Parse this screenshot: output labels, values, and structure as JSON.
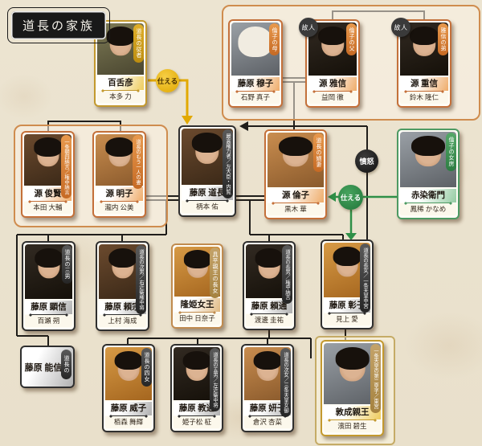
{
  "title": "道長の家族",
  "labels": {
    "serve": "仕える",
    "rage": "憤怒",
    "deceased": "故人"
  },
  "colors": {
    "orange_family": "#c4703a",
    "grey_family": "#2f2f2f",
    "gold_accent": "#c3992f",
    "green_accent": "#2e8f47",
    "serve_yellow": "#e0a600",
    "rage_black": "#1c1c1c",
    "paper": "#ece4d1"
  },
  "people": {
    "mozuhiko": {
      "name": "百舌彦",
      "actor": "本多 力",
      "role": "道長の従者"
    },
    "bokushi": {
      "name": "藤原 穆子",
      "actor": "石野 真子",
      "role": "倫子の母"
    },
    "masanobu": {
      "name": "源 雅信",
      "actor": "益岡 徹",
      "role": "倫子の父",
      "badge": "故人"
    },
    "shigenobu": {
      "name": "源 重信",
      "actor": "鈴木 隆仁",
      "role": "雅信の弟",
      "badge": "故人"
    },
    "toshikata": {
      "name": "源 俊賢",
      "actor": "本田 大輔",
      "role": "一条朝四納言／権中納言"
    },
    "akiko": {
      "name": "源 明子",
      "actor": "瀧内 公美",
      "role": "道長のもう一人の妻"
    },
    "michinaga": {
      "name": "藤原 道長",
      "actor": "柄本 佑",
      "role": "最高権力者／左大臣・内覧"
    },
    "rinshi": {
      "name": "源 倫子",
      "actor": "黒木 華",
      "role": "道長の嫡妻"
    },
    "akazome": {
      "name": "赤染衛門",
      "actor": "鳳稀 かなめ",
      "role": "倫子の女房"
    },
    "akinobu": {
      "name": "藤原 顕信",
      "actor": "百瀬 朔",
      "role": "道長の三男"
    },
    "yorimune": {
      "name": "藤原 頼宗",
      "actor": "上村 海成",
      "role": "道長の次男／右近衛権中将"
    },
    "takahime": {
      "name": "隆姫女王",
      "actor": "田中 日奈子",
      "role": "具平親王の長女"
    },
    "yorimichi": {
      "name": "藤原 頼通",
      "actor": "渡邊 圭祐",
      "role": "道長の長男／権中納言"
    },
    "shoshi": {
      "name": "藤原 彰子",
      "actor": "見上 愛",
      "role": "道長の長女／一条天皇中宮"
    },
    "yoshinobu": {
      "name": "藤原 能信",
      "actor": "",
      "role": "道長の四男"
    },
    "takeko": {
      "name": "藤原 威子",
      "actor": "栢森 舞輝",
      "role": "道長の四女"
    },
    "norimichi": {
      "name": "藤原 教通",
      "actor": "姫子松 柾",
      "role": "道長の五男／左近衛中将"
    },
    "kenshi": {
      "name": "藤原 妍子",
      "actor": "倉沢 杏菜",
      "role": "道長の次女／三条天皇女御"
    },
    "atsuhira": {
      "name": "敦成親王",
      "actor": "濱田 碧生",
      "role": "一条天皇の第二皇子／東宮"
    }
  }
}
